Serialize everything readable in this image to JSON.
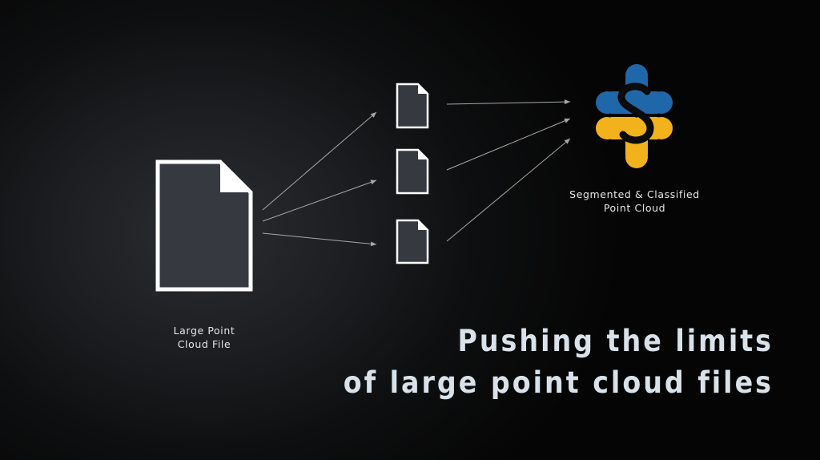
{
  "source": {
    "label_line1": "Large Point",
    "label_line2": "Cloud File"
  },
  "chunks": {
    "count": 3
  },
  "output": {
    "label_line1": "Segmented & Classified",
    "label_line2": "Point Cloud",
    "logo_icon": "segmentation-s-logo-icon"
  },
  "headline": {
    "line1": "Pushing the limits",
    "line2": "of large point cloud files"
  },
  "colors": {
    "background": "#050505",
    "document_fill": "#363940",
    "document_stroke": "#ffffff",
    "arrow": "#a8a8a8",
    "logo_blue": "#1f67a8",
    "logo_yellow": "#f2b21b",
    "headline_text": "#d9e2ea",
    "label_text": "#e6e6e6"
  }
}
